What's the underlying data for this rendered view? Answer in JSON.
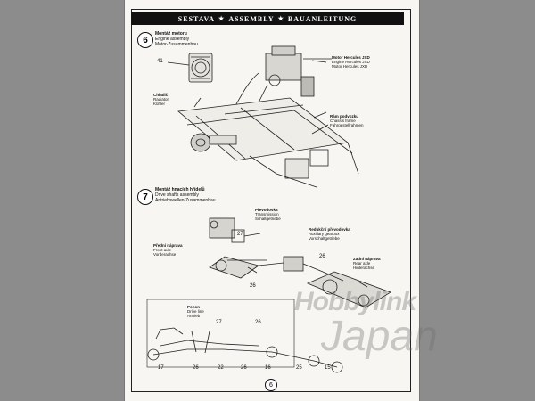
{
  "header": {
    "left": "SESTAVA",
    "center": "ASSEMBLY",
    "right": "BAUANLEITUNG",
    "star": "★"
  },
  "step6": {
    "number": "6",
    "title_cz": "Montáž motoru",
    "title_en": "Engine assembly",
    "title_de": "Motor-Zusammenbau",
    "callout_41": "41",
    "radiator": [
      "Chladič",
      "Radiator",
      "Kühler"
    ],
    "engine": [
      "Motor Hercules JXD",
      "Engine Hercules JXD",
      "Motor Hercules JXD"
    ],
    "chassis": [
      "Rám podvozku",
      "Chassis frame",
      "Fahrgestellrahmen"
    ]
  },
  "step7": {
    "number": "7",
    "title_cz": "Montáž hnacích hřídelů",
    "title_en": "Drive shafts  assembly",
    "title_de": "Antriebswellen-Zusammenbau",
    "transmission": [
      "Převodovka",
      "Transmission",
      "Schaltgetriebe"
    ],
    "aux_gearbox": [
      "Redukční převodovka",
      "Auxiliary gearbox",
      "Vorschaltgetriebe"
    ],
    "front_axle": [
      "Přední náprava",
      "Front axle",
      "Vorderachse"
    ],
    "rear_axle": [
      "Zadní náprava",
      "Rear axle",
      "Hinterachse"
    ],
    "callouts": {
      "n27": "27",
      "n26a": "26",
      "n26b": "26"
    }
  },
  "driveline": {
    "title": [
      "Pohon",
      "Drive line",
      "Antrieb"
    ],
    "top_nums": [
      "27",
      "26"
    ],
    "bottom_nums": [
      "17",
      "26",
      "22",
      "26",
      "16",
      "25",
      "15"
    ]
  },
  "watermark": {
    "line1": "Hobbylink",
    "line2": "Japan"
  },
  "page_number": "6"
}
